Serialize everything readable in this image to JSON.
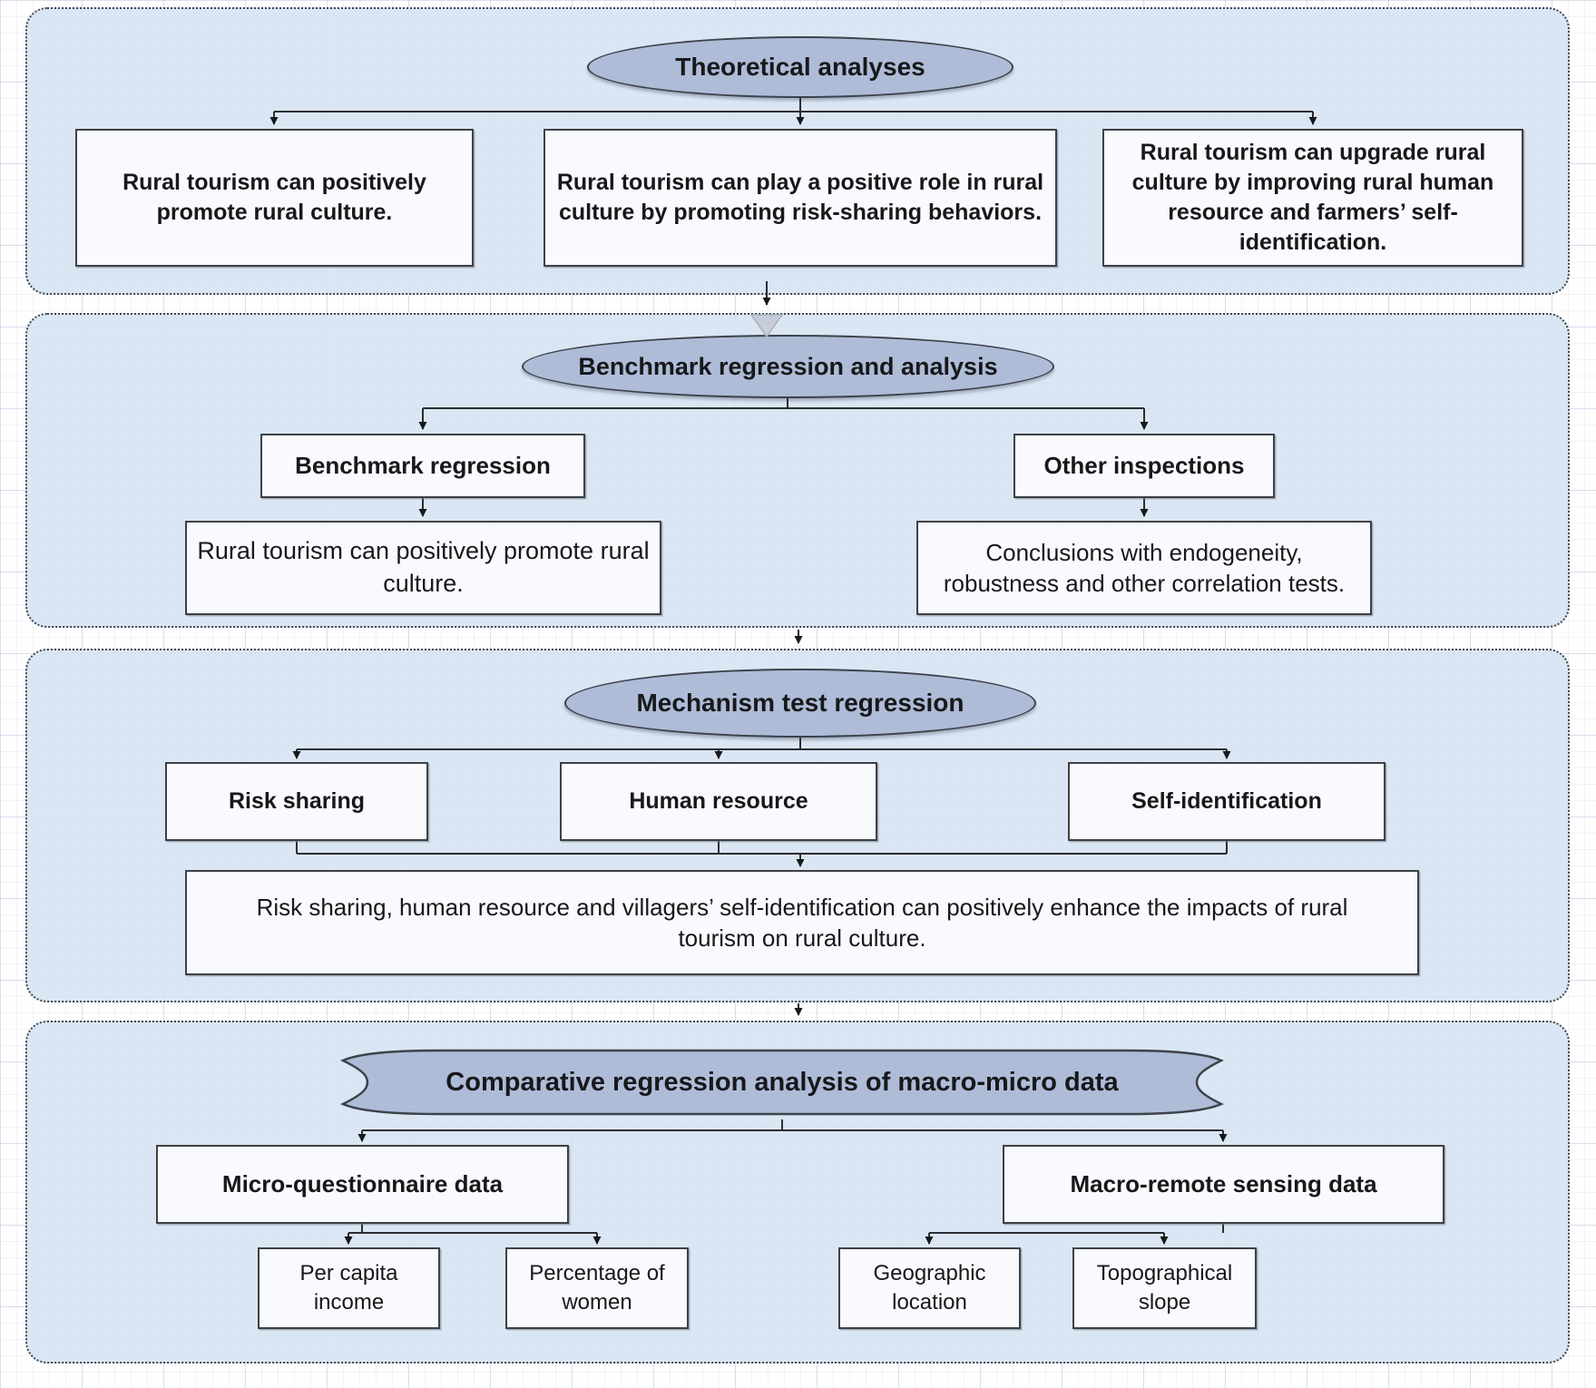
{
  "diagram": {
    "colors": {
      "section_background": "#d6e3f3",
      "shape_fill": "#aebcd8",
      "box_fill": "#f8fafd",
      "outline": "#3d4249",
      "connector": "#2b2e33",
      "gray_arrow": "#c7cdd8"
    },
    "sections": [
      {
        "header": "Theoretical analyses",
        "boxes": [
          "Rural tourism can positively promote rural culture.",
          "Rural tourism can play a positive role in rural culture by promoting risk-sharing behaviors.",
          "Rural tourism can upgrade rural culture by improving rural human resource and farmers’ self-identification."
        ]
      },
      {
        "header": "Benchmark regression and analysis",
        "branches": [
          {
            "label": "Benchmark regression",
            "detail": "Rural tourism can positively promote rural culture."
          },
          {
            "label": "Other inspections",
            "detail": "Conclusions with endogeneity, robustness and other correlation tests."
          }
        ]
      },
      {
        "header": "Mechanism test regression",
        "boxes": [
          "Risk sharing",
          "Human resource",
          "Self-identification"
        ],
        "conclusion": "Risk sharing, human resource and villagers’ self-identification can positively enhance the impacts of rural tourism on rural culture."
      },
      {
        "header": "Comparative regression analysis of macro-micro data",
        "branches": [
          {
            "label": "Micro-questionnaire data",
            "items": [
              "Per capita income",
              "Percentage of women"
            ]
          },
          {
            "label": "Macro-remote sensing data",
            "items": [
              "Geographic location",
              "Topographical slope"
            ]
          }
        ]
      }
    ]
  }
}
